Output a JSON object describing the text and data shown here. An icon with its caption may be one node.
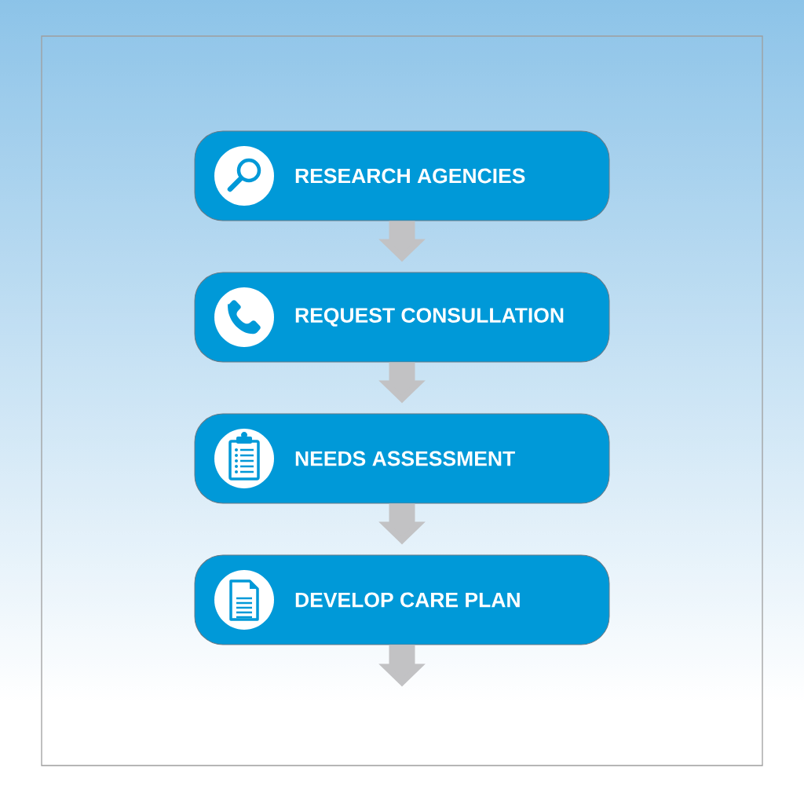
{
  "diagram": {
    "nodes": [
      {
        "text": [
          "RESEARCH AGENCIES"
        ]
      },
      {
        "text": [
          "REQUEST CONSULLATION"
        ]
      },
      {
        "text": [
          "NEEDS ASSESSMENT"
        ]
      },
      {
        "text": [
          "DEVELOP CARE PLAN"
        ]
      }
    ],
    "edges": [
      {
        "from": 0,
        "to": 1,
        "arrow": "to"
      },
      {
        "from": 1,
        "to": 2,
        "arrow": "to"
      },
      {
        "from": 2,
        "to": 3,
        "arrow": "to"
      },
      {
        "from": 3,
        "to": null,
        "arrow": "to"
      }
    ]
  }
}
